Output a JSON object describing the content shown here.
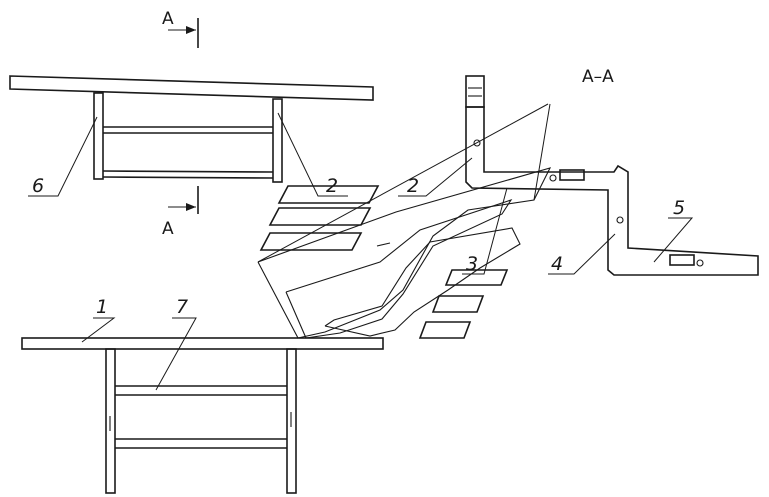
{
  "section_marks": {
    "top": "A",
    "bottom": "A",
    "title": "A–A"
  },
  "labels": {
    "l6": "6",
    "l2_top": "2",
    "l2_section": "2",
    "l3": "3",
    "l4": "4",
    "l5": "5",
    "l1": "1",
    "l7": "7"
  }
}
